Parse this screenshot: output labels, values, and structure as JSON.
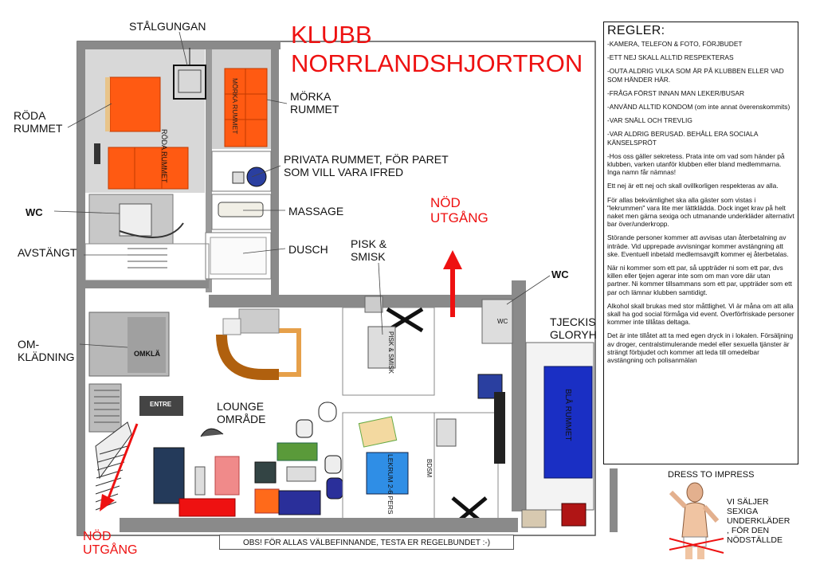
{
  "title": {
    "line1": "KLUBB",
    "line2": "NORRLANDSHJORTRON"
  },
  "labels": {
    "stalgungan": "STÅLGUNGAN",
    "roda_rummet_line1": "RÖDA",
    "roda_rummet_line2": "RUMMET",
    "morka_rummet_line1": "MÖRKA",
    "morka_rummet_line2": "RUMMET",
    "privata_line1": "PRIVATA RUMMET, FÖR PARET",
    "privata_line2": "SOM VILL VARA IFRED",
    "massage": "MASSAGE",
    "dusch": "DUSCH",
    "wc_left": "WC",
    "avstangt": "AVSTÄNGT",
    "omkladning_line1": "OM-",
    "omkladning_line2": "KLÄDNING",
    "pisk_line1": "PISK &",
    "pisk_line2": "SMISK",
    "nod_top_line1": "NÖD",
    "nod_top_line2": "UTGÅNG",
    "wc_right": "WC",
    "tjeckis_line1": "TJECKIS",
    "tjeckis_line2": "GLORYH",
    "lounge_line1": "LOUNGE",
    "lounge_line2": "OMRÅDE",
    "nod_bottom_line1": "NÖD",
    "nod_bottom_line2": "UTGÅNG"
  },
  "floor_labels": {
    "roda_rummet": "RÖDA RUMMET",
    "morka_rummet": "MÖRKA RUMMET",
    "bla_rummet": "BLÅ RUMMET",
    "pisk_smisk": "PISK & SMISK",
    "lekrum_line1": "LEKRUM",
    "lekrum_line2": "2-6 PERS",
    "bdsm": "BDSM",
    "omkla": "OMKLÄ",
    "entre": "ENTRE",
    "wc_floor": "WC"
  },
  "rules": {
    "heading": "REGLER:",
    "items": [
      "-KAMERA, TELEFON & FOTO, FÖRJBUDET",
      "-ETT NEJ SKALL ALLTID RESPEKTERAS",
      "-OUTA ALDRIG VILKA SOM ÄR PÅ KLUBBEN ELLER VAD SOM HÄNDER HÄR.",
      "-FRÅGA FÖRST INNAN MAN LEKER/BUSAR",
      "-ANVÄND ALLTID KONDOM (om inte annat överenskommits)",
      "-VAR SNÄLL OCH TREVLIG",
      "-VAR ALDRIG BERUSAD. BEHÅLL ERA SOCIALA KÄNSELSPRÖT",
      "-Hos oss gäller sekretess. Prata inte om vad som händer på klubben, varken utanför klubben eller bland medlemmarna. Inga namn får nämnas!",
      "Ett nej är ett nej och skall ovillkorligen respekteras av alla.",
      "För allas bekvämlighet ska alla gäster som vistas i \"lekrummen\" vara lite mer lättklädda. Dock inget krav på helt naket men gärna sexiga och utmanande underkläder alternativt bar över/underkropp.",
      "Störande personer kommer att avvisas utan återbetalning av inträde. Vid upprepade avvisningar kommer avstängning att ske. Eventuell inbetald medlemsavgift kommer ej återbetalas.",
      "När ni kommer som ett par, så uppträder ni som ett par, dvs killen eller tjejen agerar inte som om man vore där utan partner. Ni kommer tillsammans som ett par, uppträder som ett par och lämnar klubben samtidigt.",
      "Alkohol skall brukas med stor måttlighet. Vi är måna om att alla skall ha god social förmåga vid event. Överförfriskade personer kommer inte tillåtas deltaga.",
      "Det är inte tillåtet att ta med egen dryck in i lokalen. Försäljning av droger, centralstimulerande medel eller sexuella tjänster är strängt förbjudet och kommer att leda till omedelbar avstängning och polisanmälan"
    ]
  },
  "footer": "OBS! FÖR ALLAS VÄLBEFINNANDE, TESTA ER REGELBUNDET :-)",
  "ad": {
    "title": "DRESS TO IMPRESS",
    "line1": "VI SÄLJER",
    "line2": "SEXIGA",
    "line3": "UNDERKLÄDER",
    "line4": ", FÖR DEN",
    "line5": "NÖDSTÄLLDE"
  },
  "colors": {
    "title_red": "#ee1111",
    "wall_gray": "#8a8a8a",
    "red_room_orange": "#ff5a12",
    "blue_room": "#1a2fc4",
    "lekrum_blue": "#2f8ee6"
  }
}
